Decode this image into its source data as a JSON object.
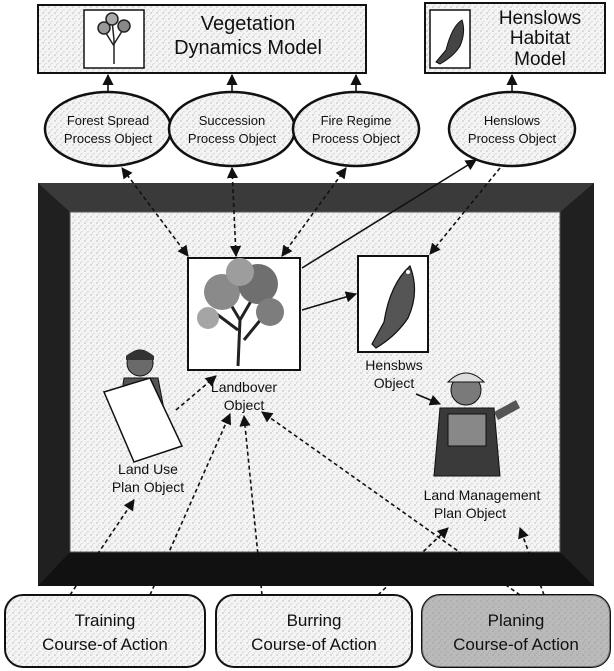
{
  "models": {
    "vegetation": [
      "Vegetation",
      "Dynamics Model"
    ],
    "henslows": [
      "Henslows",
      "Habitat",
      "Model"
    ]
  },
  "process_objects": {
    "forest_spread": [
      "Forest Spread",
      "Process Object"
    ],
    "succession": [
      "Succession",
      "Process Object"
    ],
    "fire_regime": [
      "Fire Regime",
      "Process Object"
    ],
    "henslows": [
      "Henslows",
      "Process Object"
    ]
  },
  "plan_objects": {
    "landcover": [
      "Landbover",
      "Object"
    ],
    "henslows": [
      "Hensbws",
      "Object"
    ],
    "land_use": [
      "Land Use",
      "Plan Object"
    ],
    "land_management": [
      "Land Management",
      "Plan Object"
    ]
  },
  "courses_of_action": {
    "training": [
      "Training",
      "Course-of Action"
    ],
    "burning": [
      "Burring",
      "Course-of Action"
    ],
    "planting": [
      "Planing",
      "Course-of Action"
    ]
  },
  "colors": {
    "frame": "#202020",
    "ink": "#111111",
    "noise": "#9a9a9a"
  },
  "icons": [
    "tree-icon",
    "bird-icon",
    "soldier-icon",
    "worker-icon"
  ]
}
